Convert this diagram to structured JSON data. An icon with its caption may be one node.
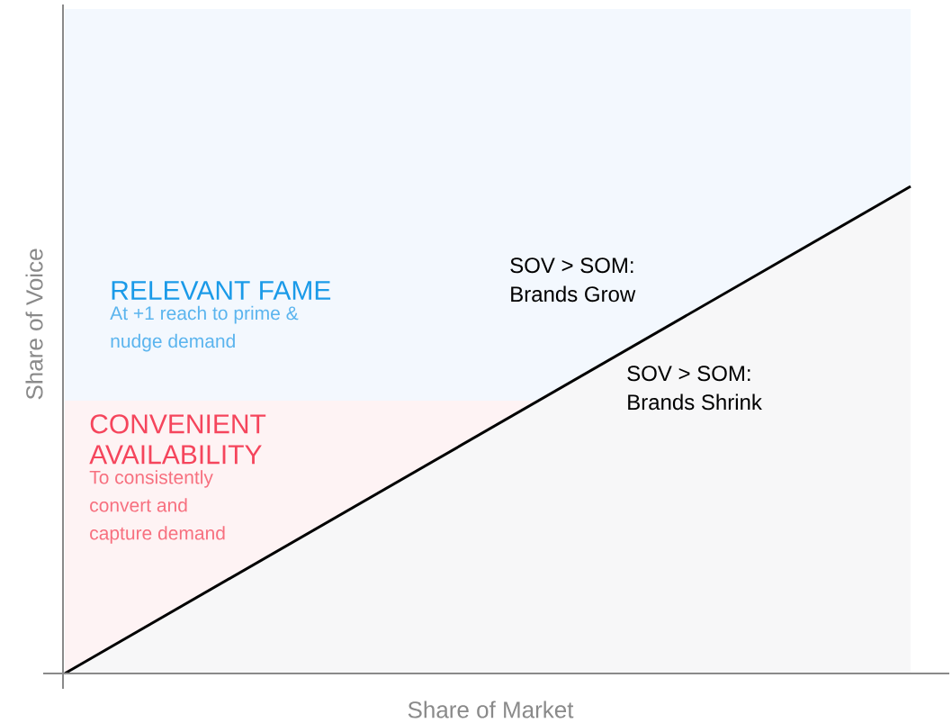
{
  "diagram": {
    "nodes": [
      {
        "text": [
          "RELEVANT FAME",
          "At +1 reach to prime & nudge demand"
        ]
      },
      {
        "text": [
          "CONVENIENT AVAILABILITY",
          "To consistently convert and capture demand"
        ]
      }
    ],
    "labels": [
      "SOV > SOM: Brands Grow",
      "SOV > SOM: Brands Shrink",
      "Share of Voice",
      "Share of Market"
    ]
  }
}
